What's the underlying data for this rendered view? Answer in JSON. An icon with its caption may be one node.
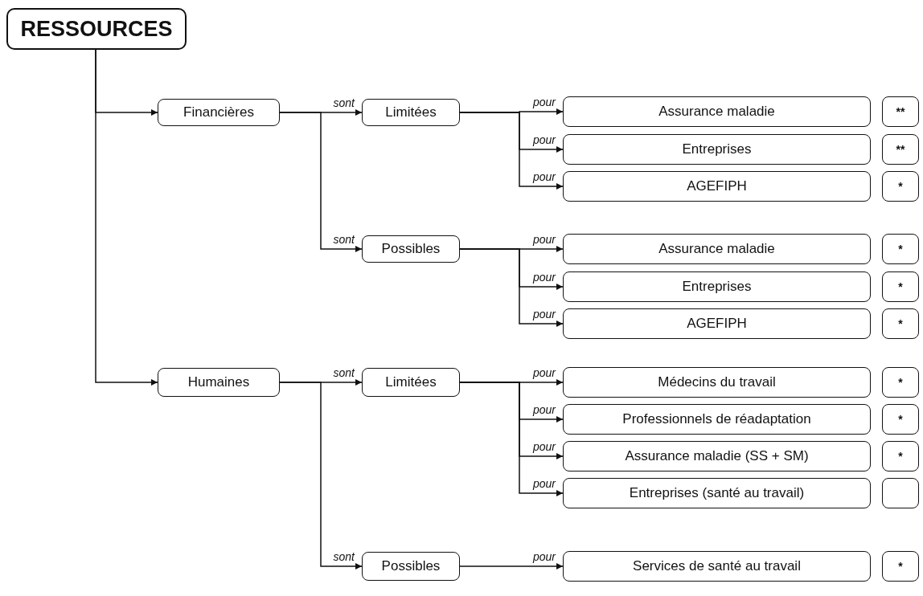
{
  "diagram": {
    "nodes": [
      {
        "text": [
          "RESSOURCES"
        ]
      },
      {
        "text": [
          "Financières"
        ]
      },
      {
        "text": [
          "Limitées"
        ]
      },
      {
        "text": [
          "Assurance maladie"
        ]
      },
      {
        "text": [
          "**"
        ]
      },
      {
        "text": [
          "Entreprises"
        ]
      },
      {
        "text": [
          "**"
        ]
      },
      {
        "text": [
          "AGEFIPH"
        ]
      },
      {
        "text": [
          "*"
        ]
      },
      {
        "text": [
          "Possibles"
        ]
      },
      {
        "text": [
          "Assurance maladie"
        ]
      },
      {
        "text": [
          "*"
        ]
      },
      {
        "text": [
          "Entreprises"
        ]
      },
      {
        "text": [
          "*"
        ]
      },
      {
        "text": [
          "AGEFIPH"
        ]
      },
      {
        "text": [
          "*"
        ]
      },
      {
        "text": [
          "Humaines"
        ]
      },
      {
        "text": [
          "Limitées"
        ]
      },
      {
        "text": [
          "Médecins du travail"
        ]
      },
      {
        "text": [
          "*"
        ]
      },
      {
        "text": [
          "Professionnels de réadaptation"
        ]
      },
      {
        "text": [
          "*"
        ]
      },
      {
        "text": [
          "Assurance maladie (SS + SM)"
        ]
      },
      {
        "text": [
          "*"
        ]
      },
      {
        "text": [
          "Entreprises (santé au travail)"
        ]
      },
      {
        "text": [],
        "shape": "box"
      },
      {
        "text": [
          "Possibles"
        ]
      },
      {
        "text": [
          "Services de santé au travail"
        ]
      },
      {
        "text": [
          "*"
        ]
      }
    ],
    "edges": [
      {
        "from": 0,
        "to": 1,
        "arrow": "to"
      },
      {
        "from": 0,
        "to": 16,
        "arrow": "to"
      },
      {
        "from": 1,
        "to": 2,
        "label": "sont",
        "arrow": "to"
      },
      {
        "from": 1,
        "to": 9,
        "label": "sont",
        "arrow": "to"
      },
      {
        "from": 2,
        "to": 3,
        "label": "pour",
        "arrow": "to"
      },
      {
        "from": 2,
        "to": 5,
        "label": "pour",
        "arrow": "to"
      },
      {
        "from": 2,
        "to": 7,
        "label": "pour",
        "arrow": "to"
      },
      {
        "from": 9,
        "to": 10,
        "label": "pour",
        "arrow": "to"
      },
      {
        "from": 9,
        "to": 12,
        "label": "pour",
        "arrow": "to"
      },
      {
        "from": 9,
        "to": 14,
        "label": "pour",
        "arrow": "to"
      },
      {
        "from": 16,
        "to": 17,
        "label": "sont",
        "arrow": "to"
      },
      {
        "from": 16,
        "to": 26,
        "label": "sont",
        "arrow": "to"
      },
      {
        "from": 17,
        "to": 18,
        "label": "pour",
        "arrow": "to"
      },
      {
        "from": 17,
        "to": 20,
        "label": "pour",
        "arrow": "to"
      },
      {
        "from": 17,
        "to": 22,
        "label": "pour",
        "arrow": "to"
      },
      {
        "from": 17,
        "to": 24,
        "label": "pour",
        "arrow": "to"
      },
      {
        "from": 26,
        "to": 27,
        "label": "pour",
        "arrow": "to"
      }
    ]
  }
}
